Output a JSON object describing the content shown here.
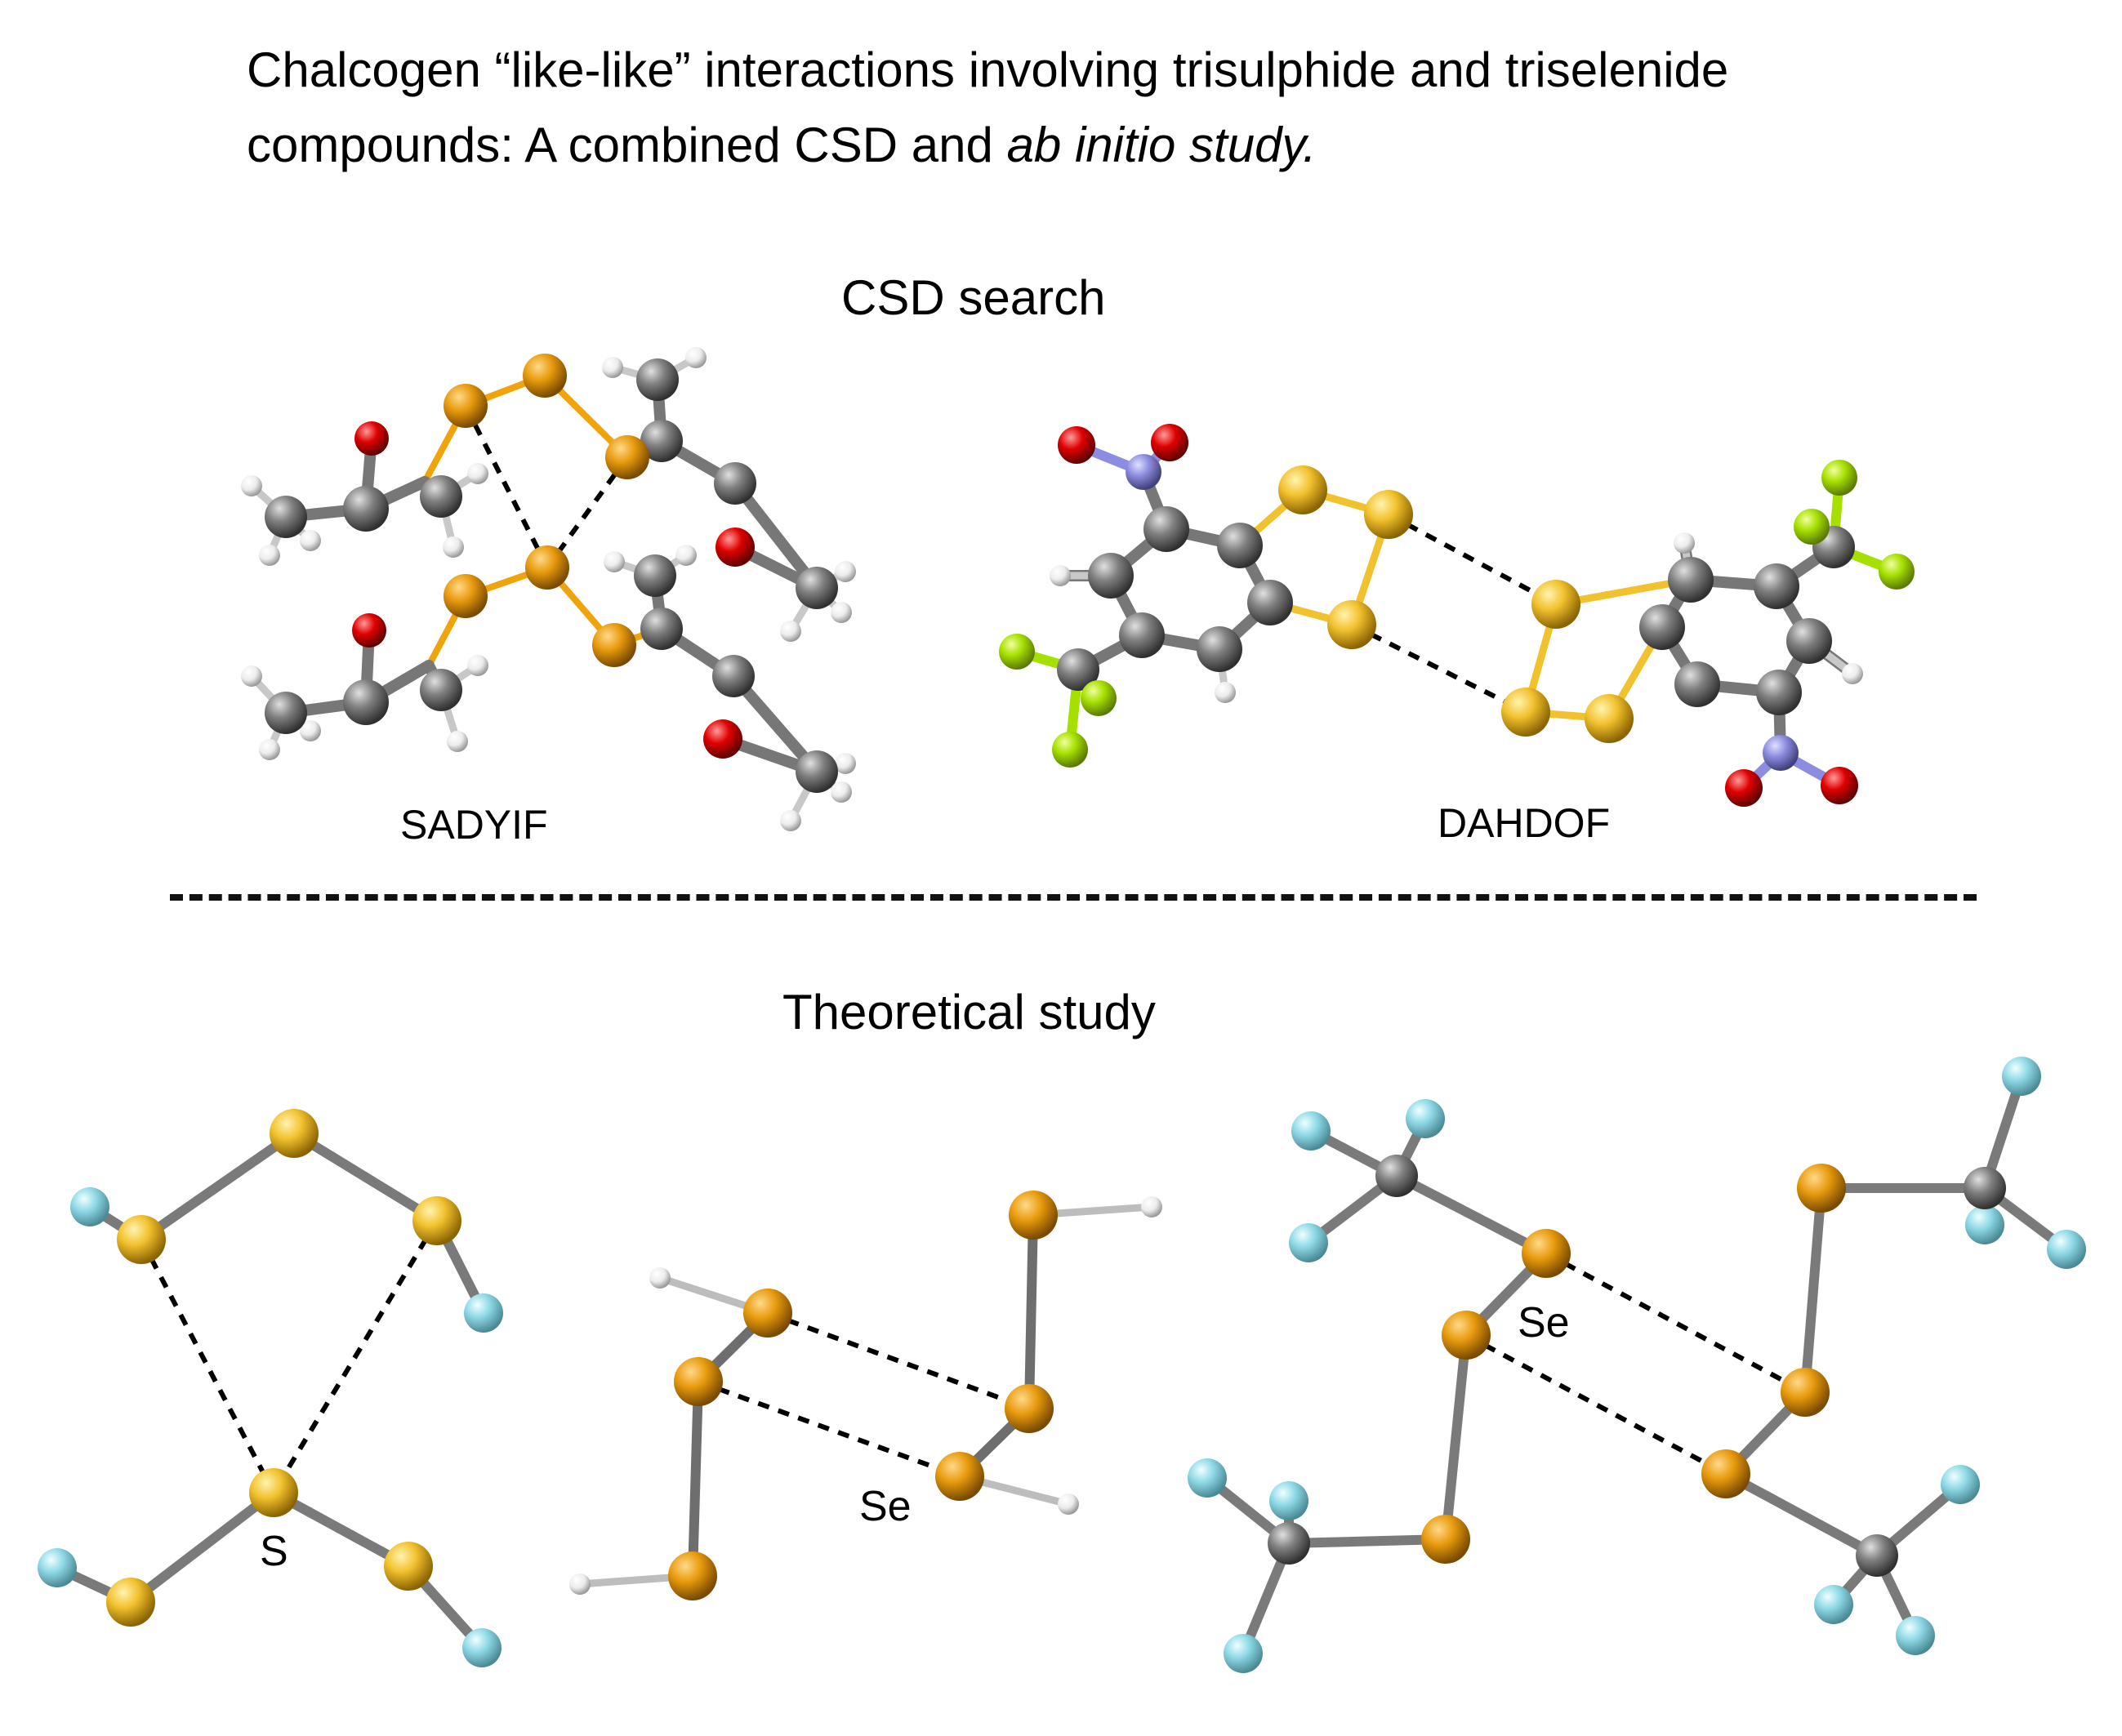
{
  "title": {
    "line1": "Chalcogen “like-like” interactions involving trisulphide and triselenide",
    "line2_prefix": "compounds: A combined CSD and ",
    "line2_italic": "ab initio study."
  },
  "sections": {
    "csd": "CSD search",
    "theory": "Theoretical study"
  },
  "structures": {
    "sadyif": "SADYIF",
    "dahdof": "DAHDOF"
  },
  "atom_labels": {
    "s": "S",
    "se_mid": "Se",
    "se_right": "Se"
  },
  "colors": {
    "sulfur": "#f2c12e",
    "selenium": "#e89b0e",
    "carbon": "#808080",
    "oxygen": "#e00000",
    "nitrogen": "#8c8ce0",
    "fluorine_green": "#a6e000",
    "fluorine_cyan": "#8fd9e6",
    "hydrogen": "#f0f0f0"
  }
}
